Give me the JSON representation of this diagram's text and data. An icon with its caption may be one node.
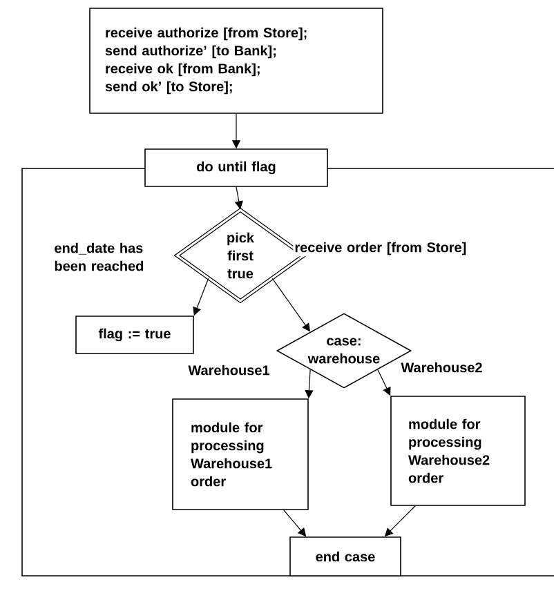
{
  "diagram": {
    "nodes": [
      {
        "text": [
          "receive authorize [from Store];",
          "send authorize’ [to Bank];",
          "receive ok [from Bank];",
          "send ok’ [to Store];"
        ]
      },
      {
        "text": [
          "do until flag"
        ]
      },
      {
        "text": [
          "pick first true"
        ]
      },
      {
        "text": [
          "flag := true"
        ]
      },
      {
        "text": [
          "case: warehouse"
        ]
      },
      {
        "text": [
          "module for processing Warehouse1 order"
        ]
      },
      {
        "text": [
          "module for processing Warehouse2 order"
        ]
      },
      {
        "text": [
          "end case"
        ]
      }
    ],
    "edges": [
      {
        "from": 0,
        "to": 1,
        "arrow": "to"
      },
      {
        "from": 1,
        "to": 2,
        "arrow": "to"
      },
      {
        "from": 2,
        "to": 3,
        "arrow": "to",
        "label": "end_date has been reached"
      },
      {
        "from": 2,
        "to": 4,
        "arrow": "to",
        "label": "receive order [from Store]"
      },
      {
        "from": 4,
        "to": 5,
        "arrow": "to",
        "label": "Warehouse1"
      },
      {
        "from": 4,
        "to": 6,
        "arrow": "to",
        "label": "Warehouse2"
      },
      {
        "from": 5,
        "to": 7,
        "arrow": "to"
      },
      {
        "from": 6,
        "to": 7,
        "arrow": "to"
      }
    ]
  }
}
